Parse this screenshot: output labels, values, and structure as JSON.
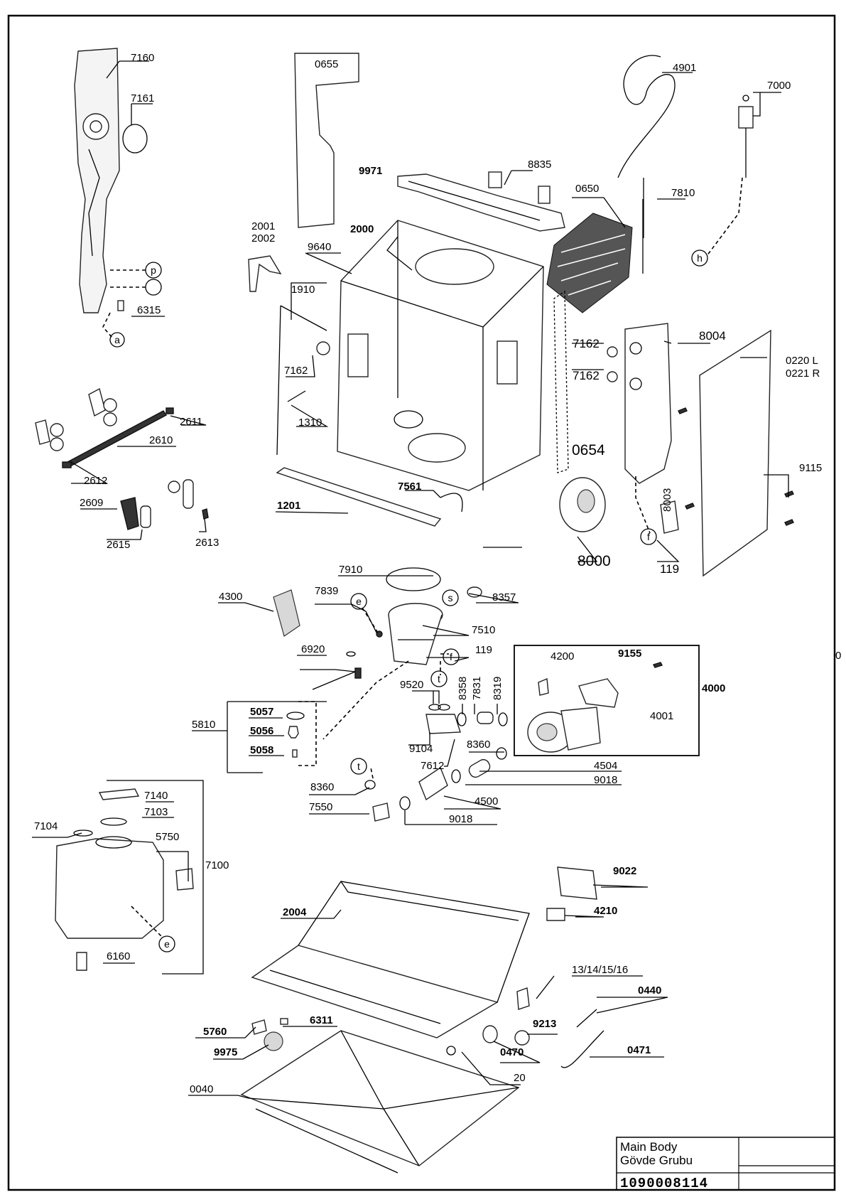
{
  "title_block": {
    "title_en": "Main Body",
    "title_tr": "Gövde Grubu",
    "part_number": "1090008114"
  },
  "labels": {
    "l7160": "7160",
    "l7161": "7161",
    "l6315": "6315",
    "l0655": "0655",
    "l9971": "9971",
    "l8835": "8835",
    "l4901": "4901",
    "l7000": "7000",
    "l0650": "0650",
    "l7810": "7810",
    "l2001": "2001",
    "l2002": "2002",
    "l2000": "2000",
    "l9640": "9640",
    "l1910": "1910",
    "l7162a": "7162",
    "l1310": "1310",
    "l7162b": "7162",
    "l7162c": "7162",
    "l8004": "8004",
    "l0220": "0220 L",
    "l0221": "0221 R",
    "l0654": "0654",
    "l2611": "2611",
    "l2610": "2610",
    "l2612": "2612",
    "l2609": "2609",
    "l2615": "2615",
    "l2613": "2613",
    "l1201": "1201",
    "l7561": "7561",
    "l9115": "9115",
    "l8003": "8003",
    "l8000": "8000",
    "l119a": "119",
    "l7910": "7910",
    "l8357": "8357",
    "l4300": "4300",
    "l7839": "7839",
    "l7510": "7510",
    "l6920": "6920",
    "l119b": "119",
    "l5810": "5810",
    "l5057": "5057",
    "l5056": "5056",
    "l5058": "5058",
    "l9520": "9520",
    "l8358": "8358",
    "l7831": "7831",
    "l8319": "8319",
    "l9104": "9104",
    "l7612": "7612",
    "l8360a": "8360",
    "l4200": "4200",
    "l9155": "9155",
    "l4000": "4000",
    "l4001": "4001",
    "l4504": "4504",
    "l9018a": "9018",
    "l4500": "4500",
    "l9018b": "9018",
    "l8360b": "8360",
    "l7550": "7550",
    "l7140": "7140",
    "l7103": "7103",
    "l7104": "7104",
    "l5750": "5750",
    "l7100": "7100",
    "l6160": "6160",
    "l2004": "2004",
    "l9022": "9022",
    "l4210": "4210",
    "l13": "13/14/15/16",
    "l0440": "0440",
    "l9213": "9213",
    "l0470": "0470",
    "l20": "20",
    "l0471": "0471",
    "l5760": "5760",
    "l6311": "6311",
    "l9975": "9975",
    "l0040": "0040",
    "stray": "0"
  },
  "connectors": {
    "p": "p",
    "a": "a",
    "h": "h",
    "f1": "f",
    "e1": "e",
    "s": "s",
    "f2": "f",
    "t1": "t",
    "t2": "t",
    "e2": "e"
  }
}
